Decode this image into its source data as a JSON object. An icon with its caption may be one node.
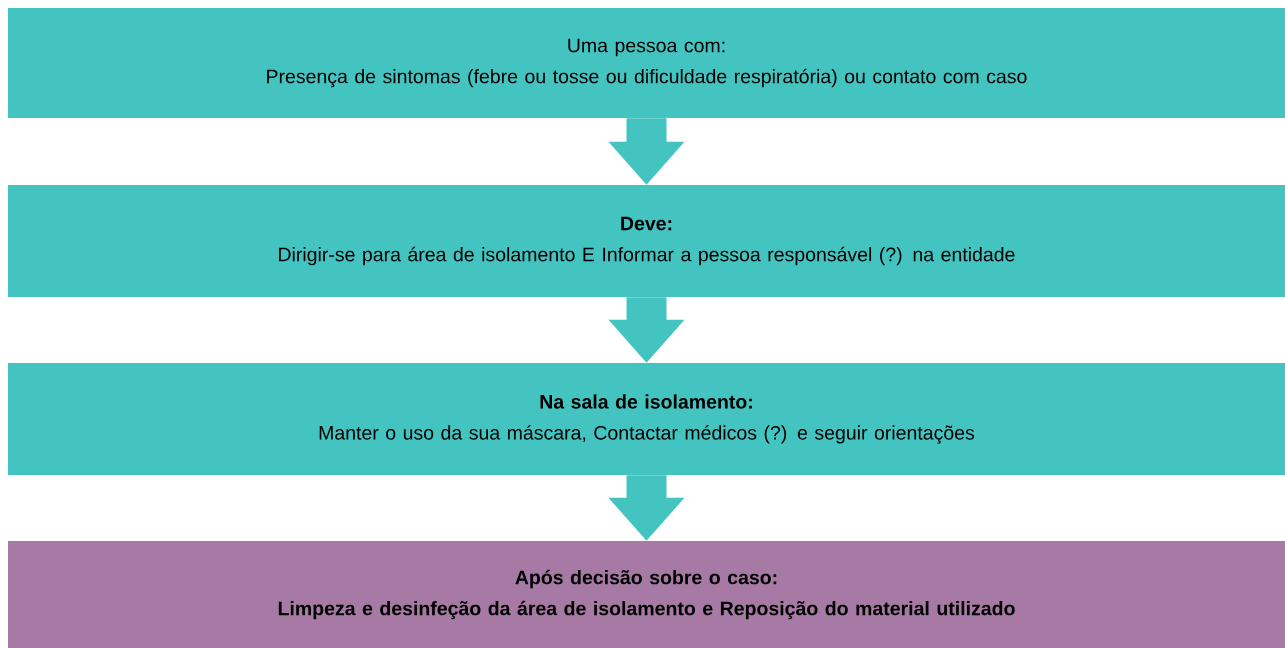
{
  "diagram": {
    "nodes": [
      {
        "text": [
          "Uma pessoa com:",
          "Presença de sintomas (febre ou tosse ou dificuldade respiratória) ou contato com caso"
        ]
      },
      {
        "text": [
          "Deve:",
          "Dirigir-se para área de isolamento E Informar a pessoa responsável (?) na entidade"
        ]
      },
      {
        "text": [
          "Na sala de isolamento:",
          "Manter o uso da sua máscara, Contactar médicos (?) e seguir orientações"
        ]
      },
      {
        "text": [
          "Após decisão sobre o caso:",
          "Limpeza e desinfeção da área de isolamento e Reposição do material utilizado"
        ]
      }
    ],
    "edges": [
      {
        "from": 0,
        "to": 1,
        "arrow": "to"
      },
      {
        "from": 1,
        "to": 2,
        "arrow": "to"
      },
      {
        "from": 2,
        "to": 3,
        "arrow": "to"
      }
    ]
  }
}
